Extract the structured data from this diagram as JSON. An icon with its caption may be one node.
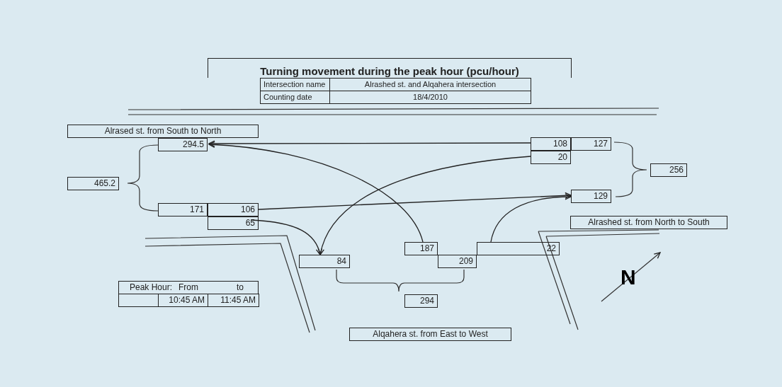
{
  "diagram": {
    "title": "Turning movement during the peak hour (pcu/hour)",
    "nodes": [
      {
        "text": [
          "Alrased st. from South to North"
        ]
      },
      {
        "text": [
          "294.5"
        ]
      },
      {
        "text": [
          "465.2"
        ]
      },
      {
        "text": [
          "171"
        ]
      },
      {
        "text": [
          "106"
        ]
      },
      {
        "text": [
          "65"
        ]
      },
      {
        "text": [
          "108"
        ]
      },
      {
        "text": [
          "127"
        ]
      },
      {
        "text": [
          "20"
        ]
      },
      {
        "text": [
          "256"
        ]
      },
      {
        "text": [
          "129"
        ]
      },
      {
        "text": [
          "Alrashed st. from North to South"
        ]
      },
      {
        "text": [
          "84"
        ]
      },
      {
        "text": [
          "187"
        ]
      },
      {
        "text": [
          "209"
        ]
      },
      {
        "text": [
          "22"
        ]
      },
      {
        "text": [
          "294"
        ]
      },
      {
        "text": [
          "Alqahera st. from East to West"
        ]
      }
    ],
    "edges": [
      {
        "from": 6,
        "to": 1,
        "arrow": "to"
      },
      {
        "from": 8,
        "to": 12,
        "arrow": "to"
      },
      {
        "from": 13,
        "to": 1,
        "arrow": "to"
      },
      {
        "from": 4,
        "to": 10,
        "arrow": "to"
      },
      {
        "from": 5,
        "to": 12,
        "arrow": "to"
      },
      {
        "from": 15,
        "to": 10,
        "arrow": "to"
      }
    ],
    "labels": [
      "Intersection name",
      "Alrashed st. and Alqahera intersection",
      "Counting date",
      "18/4/2010",
      "Peak Hour:",
      "From",
      "to",
      "10:45 AM",
      "11:45 AM",
      "N"
    ]
  }
}
